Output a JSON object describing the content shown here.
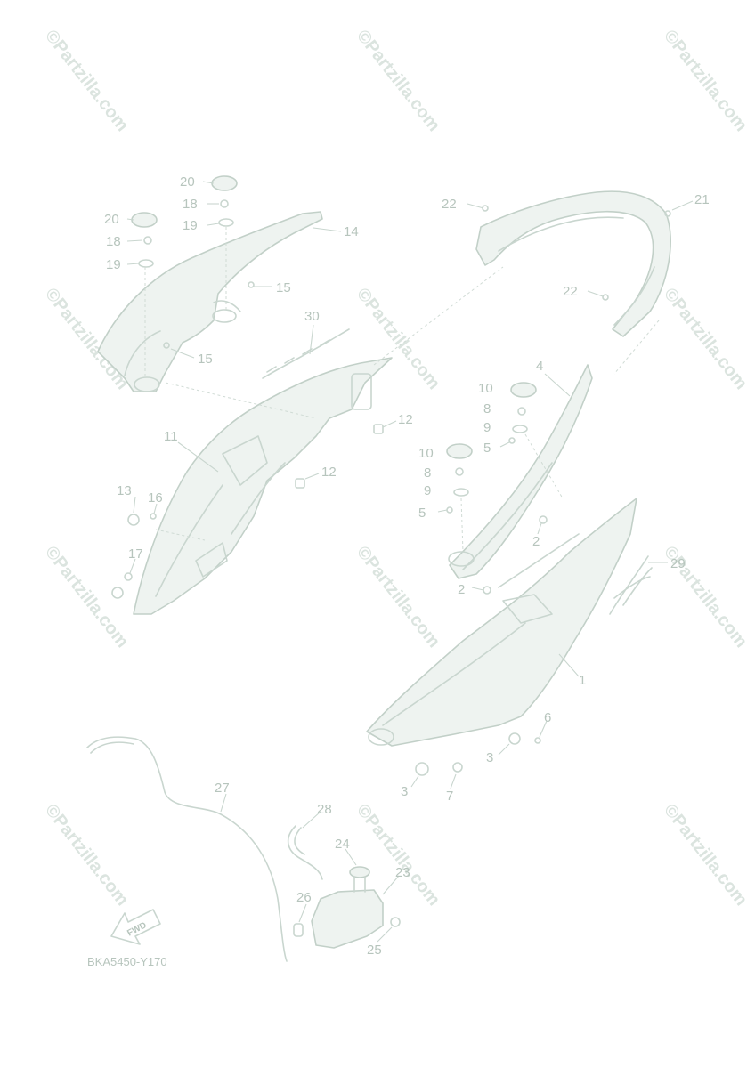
{
  "diagram_code": "BKA5450-Y170",
  "watermark_text": "©Partzilla.com",
  "fwd_label": "FWD",
  "callouts": [
    {
      "id": "c20a",
      "text": "20"
    },
    {
      "id": "c18a",
      "text": "18"
    },
    {
      "id": "c19a",
      "text": "19"
    },
    {
      "id": "c20b",
      "text": "20"
    },
    {
      "id": "c18b",
      "text": "18"
    },
    {
      "id": "c19b",
      "text": "19"
    },
    {
      "id": "c14",
      "text": "14"
    },
    {
      "id": "c15a",
      "text": "15"
    },
    {
      "id": "c15b",
      "text": "15"
    },
    {
      "id": "c30",
      "text": "30"
    },
    {
      "id": "c22a",
      "text": "22"
    },
    {
      "id": "c21",
      "text": "21"
    },
    {
      "id": "c22b",
      "text": "22"
    },
    {
      "id": "c4",
      "text": "4"
    },
    {
      "id": "c10a",
      "text": "10"
    },
    {
      "id": "c8a",
      "text": "8"
    },
    {
      "id": "c9a",
      "text": "9"
    },
    {
      "id": "c5a",
      "text": "5"
    },
    {
      "id": "c10b",
      "text": "10"
    },
    {
      "id": "c8b",
      "text": "8"
    },
    {
      "id": "c9b",
      "text": "9"
    },
    {
      "id": "c5b",
      "text": "5"
    },
    {
      "id": "c12a",
      "text": "12"
    },
    {
      "id": "c12b",
      "text": "12"
    },
    {
      "id": "c11",
      "text": "11"
    },
    {
      "id": "c13",
      "text": "13"
    },
    {
      "id": "c16",
      "text": "16"
    },
    {
      "id": "c17",
      "text": "17"
    },
    {
      "id": "c2a",
      "text": "2"
    },
    {
      "id": "c2b",
      "text": "2"
    },
    {
      "id": "c29",
      "text": "29"
    },
    {
      "id": "c1",
      "text": "1"
    },
    {
      "id": "c6",
      "text": "6"
    },
    {
      "id": "c3a",
      "text": "3"
    },
    {
      "id": "c3b",
      "text": "3"
    },
    {
      "id": "c7",
      "text": "7"
    },
    {
      "id": "c27",
      "text": "27"
    },
    {
      "id": "c28",
      "text": "28"
    },
    {
      "id": "c24",
      "text": "24"
    },
    {
      "id": "c23",
      "text": "23"
    },
    {
      "id": "c26",
      "text": "26"
    },
    {
      "id": "c25",
      "text": "25"
    }
  ]
}
